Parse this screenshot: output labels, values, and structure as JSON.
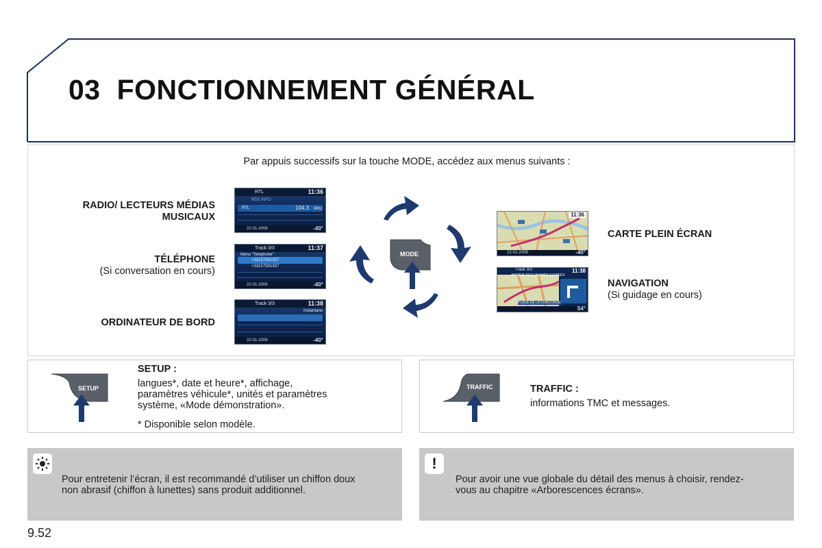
{
  "header": {
    "chapter_number": "03",
    "chapter_title": "FONCTIONNEMENT GÉNÉRAL"
  },
  "intro": "Par appuis successifs sur la touche MODE, accédez aux menus suivants :",
  "menus": {
    "radio": {
      "title_line1": "RADIO/ LECTEURS MÉDIAS",
      "title_line2": "MUSICAUX"
    },
    "telephone": {
      "title": "TÉLÉPHONE",
      "subtitle": "(Si conversation en cours)"
    },
    "computer": {
      "title": "ORDINATEUR DE BORD"
    },
    "map": {
      "title": "CARTE PLEIN ÉCRAN"
    },
    "navigation": {
      "title": "NAVIGATION",
      "subtitle": "(Si guidage en cours)"
    }
  },
  "screens": {
    "radio": {
      "source": "RTL",
      "time": "11:36",
      "station": "RTL",
      "freq": "104.3",
      "unit": "MHz",
      "rds": "RDS INFO",
      "date": "22-01-2008",
      "temp": "-40°"
    },
    "phone": {
      "source": "Track 3/3",
      "time": "11:37",
      "menu": "Menu \"Telephone\"",
      "num1": "+33157591337",
      "num2": "+33157591337",
      "date": "22-01-2008",
      "temp": "-40°"
    },
    "trip": {
      "source": "Track 3/3",
      "time": "11:38",
      "mode": "Instantane",
      "date": "22-01-2008",
      "temp": "-40°"
    },
    "map": {
      "time": "11:36",
      "date": "22-01-2008",
      "temp": "-40°"
    },
    "nav": {
      "source": "Track 3/3",
      "time": "11:38",
      "street_top": "AVENUE DES CHAMPS-ELYSEES",
      "street_bottom": "PLACE DE LA CONCORDE",
      "temp": "54°"
    }
  },
  "mode_key": {
    "label": "MODE"
  },
  "setup": {
    "key_label": "SETUP",
    "title": "SETUP :",
    "line1": "langues*, date et heure*, affichage,",
    "line2": "paramètres véhicule*, unités et paramètres",
    "line3": "système, «Mode démonstration».",
    "footnote": "* Disponible selon modèle."
  },
  "traffic": {
    "key_label": "TRAFFIC",
    "title": "TRAFFIC :",
    "text": "informations TMC et messages."
  },
  "notes": {
    "left": {
      "icon": "sun-icon",
      "line1": "Pour entretenir l’écran, il est recommandé d’utiliser un chiffon doux",
      "line2": "non abrasif (chiffon à lunettes) sans produit additionnel."
    },
    "right": {
      "icon": "!",
      "line1": "Pour avoir une vue globale du détail des menus à choisir, rendez-",
      "line2": "vous au chapitre «Arborescences écrans»."
    }
  },
  "page_number": "9.52",
  "colors": {
    "navy": "#1b2f5e",
    "arrow": "#1f3a6e",
    "key": "#5a6068",
    "note_bg": "#c8c8c8"
  }
}
